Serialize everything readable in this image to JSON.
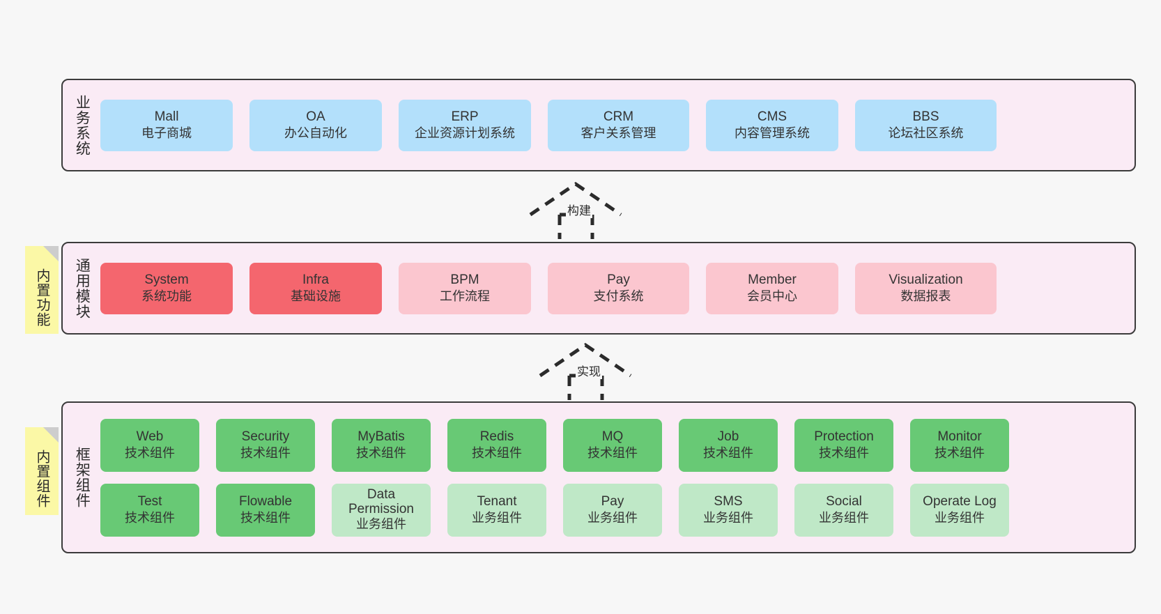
{
  "layers": [
    {
      "id": "business",
      "title": "业务系统",
      "rows": [
        [
          {
            "en": "Mall",
            "cn": "电子商城",
            "color": "c-blue"
          },
          {
            "en": "OA",
            "cn": "办公自动化",
            "color": "c-blue"
          },
          {
            "en": "ERP",
            "cn": "企业资源计划系统",
            "color": "c-blue"
          },
          {
            "en": "CRM",
            "cn": "客户关系管理",
            "color": "c-blue"
          },
          {
            "en": "CMS",
            "cn": "内容管理系统",
            "color": "c-blue"
          },
          {
            "en": "BBS",
            "cn": "论坛社区系统",
            "color": "c-blue"
          }
        ]
      ]
    },
    {
      "id": "common",
      "title": "通用模块",
      "note": "内置功能",
      "rows": [
        [
          {
            "en": "System",
            "cn": "系统功能",
            "color": "c-red"
          },
          {
            "en": "Infra",
            "cn": "基础设施",
            "color": "c-red"
          },
          {
            "en": "BPM",
            "cn": "工作流程",
            "color": "c-pink"
          },
          {
            "en": "Pay",
            "cn": "支付系统",
            "color": "c-pink"
          },
          {
            "en": "Member",
            "cn": "会员中心",
            "color": "c-pink"
          },
          {
            "en": "Visualization",
            "cn": "数据报表",
            "color": "c-pink"
          }
        ]
      ]
    },
    {
      "id": "framework",
      "title": "框架组件",
      "note": "内置组件",
      "rows": [
        [
          {
            "en": "Web",
            "cn": "技术组件",
            "color": "c-green"
          },
          {
            "en": "Security",
            "cn": "技术组件",
            "color": "c-green"
          },
          {
            "en": "MyBatis",
            "cn": "技术组件",
            "color": "c-green"
          },
          {
            "en": "Redis",
            "cn": "技术组件",
            "color": "c-green"
          },
          {
            "en": "MQ",
            "cn": "技术组件",
            "color": "c-green"
          },
          {
            "en": "Job",
            "cn": "技术组件",
            "color": "c-green"
          },
          {
            "en": "Protection",
            "cn": "技术组件",
            "color": "c-green"
          },
          {
            "en": "Monitor",
            "cn": "技术组件",
            "color": "c-green"
          }
        ],
        [
          {
            "en": "Test",
            "cn": "技术组件",
            "color": "c-green"
          },
          {
            "en": "Flowable",
            "cn": "技术组件",
            "color": "c-green"
          },
          {
            "en": "Data Permission",
            "cn": "业务组件",
            "color": "c-lightgreen"
          },
          {
            "en": "Tenant",
            "cn": "业务组件",
            "color": "c-lightgreen"
          },
          {
            "en": "Pay",
            "cn": "业务组件",
            "color": "c-lightgreen"
          },
          {
            "en": "SMS",
            "cn": "业务组件",
            "color": "c-lightgreen"
          },
          {
            "en": "Social",
            "cn": "业务组件",
            "color": "c-lightgreen"
          },
          {
            "en": "Operate Log",
            "cn": "业务组件",
            "color": "c-lightgreen"
          }
        ]
      ]
    }
  ],
  "arrows": [
    {
      "id": "build",
      "label": "构建"
    },
    {
      "id": "implement",
      "label": "实现"
    }
  ],
  "colors": {
    "panel_bg": "#faebf5",
    "panel_border": "#3b3b3b",
    "blue": "#b3e0fb",
    "red": "#f4666e",
    "pink": "#fbc6cf",
    "green": "#68c975",
    "light_green": "#bfe8c7",
    "note": "#fbf8a6",
    "page_bg": "#f7f7f7"
  }
}
